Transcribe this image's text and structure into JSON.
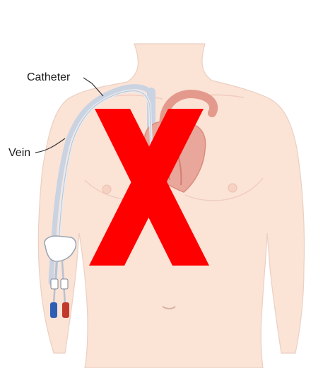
{
  "diagram": {
    "labels": {
      "catheter": "Catheter",
      "vein": "Vein"
    },
    "overlay": {
      "symbol": "X",
      "color": "#ff0000"
    },
    "colors": {
      "skin": "#fbe3d6",
      "skin_outline": "#ead0c3",
      "heart": "#e8a79a",
      "vessel_blue": "#c9d3e2",
      "catheter": "#dfe4ec",
      "port_blue": "#2f5fb3",
      "port_red": "#c0392b"
    }
  }
}
